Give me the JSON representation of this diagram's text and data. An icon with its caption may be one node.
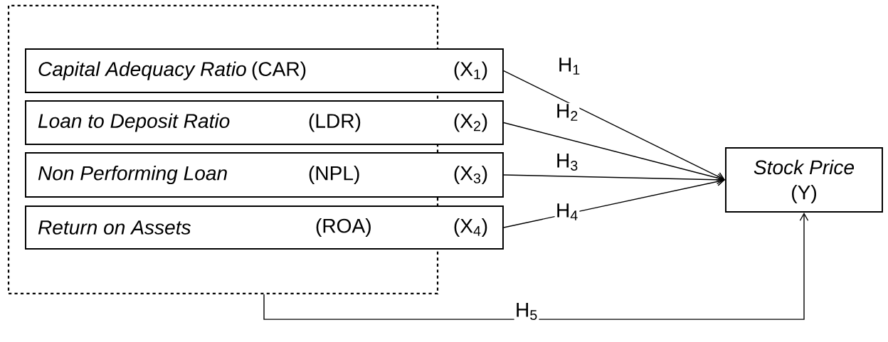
{
  "diagram": {
    "nodes": [
      {
        "text": [],
        "shape": "box"
      },
      {
        "text": [
          "Capital Adequacy Ratio",
          "(CAR)",
          "(X$_{1}$)"
        ]
      },
      {
        "text": [
          "Loan to Deposit Ratio",
          "(LDR)",
          "(X$_{2}$)"
        ]
      },
      {
        "text": [
          "Non Performing Loan",
          "(NPL)",
          "(X$_{3}$)"
        ]
      },
      {
        "text": [
          "Return on Assets",
          "(ROA)",
          "(X$_{4}$)"
        ]
      },
      {
        "text": [
          "Stock Price",
          "(Y)"
        ]
      }
    ],
    "edges": [
      {
        "from": 1,
        "to": 5,
        "arrow": "to",
        "label": "H$_{1}$"
      },
      {
        "from": 2,
        "to": 5,
        "arrow": "to",
        "label": "H$_{2}$"
      },
      {
        "from": 3,
        "to": 5,
        "arrow": "to",
        "label": "H$_{3}$"
      },
      {
        "from": 4,
        "to": 5,
        "arrow": "to",
        "label": "H$_{4}$"
      },
      {
        "from": 0,
        "to": 5,
        "arrow": "to",
        "label": "H$_{5}$"
      }
    ]
  }
}
